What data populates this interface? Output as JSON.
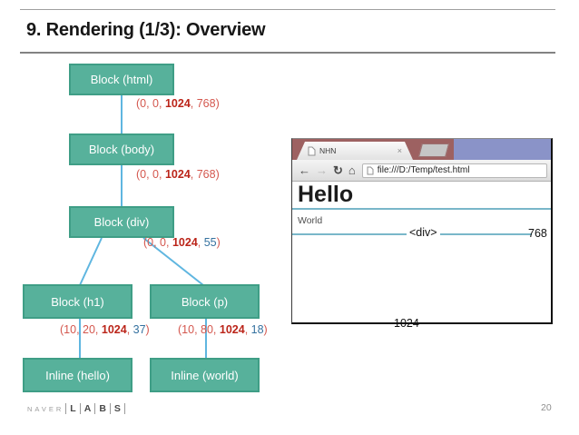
{
  "slide": {
    "title": "9. Rendering (1/3): Overview",
    "page_number": "20"
  },
  "footer": {
    "brand_prefix": "NAVER",
    "brand_letters": [
      "L",
      "A",
      "B",
      "S"
    ]
  },
  "tree": {
    "nodes": [
      {
        "label": "Block (html)"
      },
      {
        "label": "Block (body)"
      },
      {
        "label": "Block (div)"
      },
      {
        "label": "Block (h1)"
      },
      {
        "label": "Block (p)"
      },
      {
        "label": "Inline (hello)"
      },
      {
        "label": "Inline (world)"
      }
    ],
    "coords": {
      "html": [
        {
          "t": "(0, 0, ",
          "c": "red"
        },
        {
          "t": "1024",
          "c": "red-bold"
        },
        {
          "t": ", 768)",
          "c": "red"
        }
      ],
      "body": [
        {
          "t": "(0, 0, ",
          "c": "red"
        },
        {
          "t": "1024",
          "c": "red-bold"
        },
        {
          "t": ", 768)",
          "c": "red"
        }
      ],
      "div": [
        {
          "t": "(0, 0, ",
          "c": "red"
        },
        {
          "t": "1024",
          "c": "red-bold"
        },
        {
          "t": ", ",
          "c": "red"
        },
        {
          "t": "55",
          "c": "blue"
        },
        {
          "t": ")",
          "c": "red"
        }
      ],
      "h1": [
        {
          "t": "(10, 20, ",
          "c": "red"
        },
        {
          "t": "1024",
          "c": "red-bold"
        },
        {
          "t": ", ",
          "c": "red"
        },
        {
          "t": "37",
          "c": "blue"
        },
        {
          "t": ")",
          "c": "red"
        }
      ],
      "p": [
        {
          "t": "(10, 80, ",
          "c": "red"
        },
        {
          "t": "1024",
          "c": "red-bold"
        },
        {
          "t": ", ",
          "c": "red"
        },
        {
          "t": "18",
          "c": "blue"
        },
        {
          "t": ")",
          "c": "red"
        }
      ]
    }
  },
  "browser": {
    "tab": {
      "title": "NHN",
      "close_icon": "×"
    },
    "toolbar": {
      "back_icon": "←",
      "forward_icon": "→",
      "refresh_icon": "↻",
      "home_icon": "⌂",
      "url": "file:///D:/Temp/test.html"
    },
    "page": {
      "heading": "Hello",
      "paragraph": "World",
      "div_label": "<div>",
      "width_label": "1024",
      "height_label": "768"
    }
  },
  "colors": {
    "node-fill": "#57b19b",
    "node-border": "#3f9e86",
    "connector": "#5fb6e0",
    "coord-red": "#d4574e",
    "coord-red-bold": "#bb251a",
    "coord-blue": "#34719f",
    "tabstrip-red": "#9d6161",
    "tabstrip-blue": "#8a93c8",
    "annotation-teal": "#79b7c9"
  }
}
